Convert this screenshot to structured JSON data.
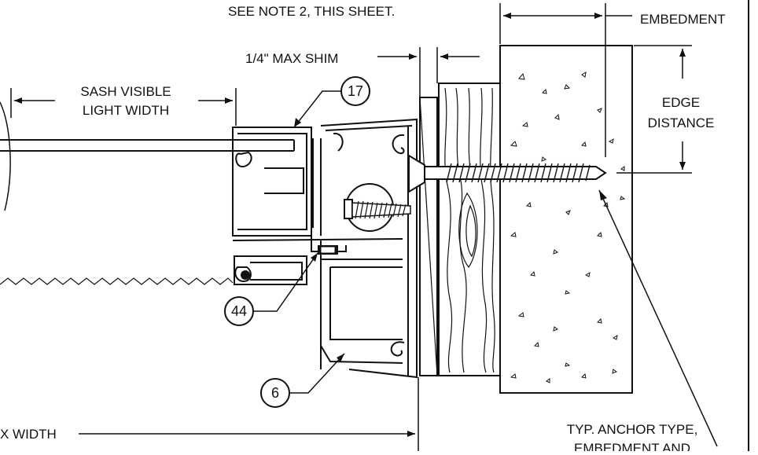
{
  "notes": {
    "top_note": "SEE NOTE 2, THIS SHEET.",
    "embedment": "EMBEDMENT",
    "max_shim": "1/4\" MAX SHIM",
    "sash_line1": "SASH VISIBLE",
    "sash_line2": "LIGHT WIDTH",
    "edge_line1": "EDGE",
    "edge_line2": "DISTANCE",
    "width_partial": "X WIDTH",
    "anchor_line1": "TYP. ANCHOR TYPE,",
    "anchor_line2": "EMBEDMENT AND"
  },
  "callouts": {
    "c17": "17",
    "c44": "44",
    "c6": "6"
  },
  "colors": {
    "ink": "#111111",
    "background": "#ffffff"
  }
}
